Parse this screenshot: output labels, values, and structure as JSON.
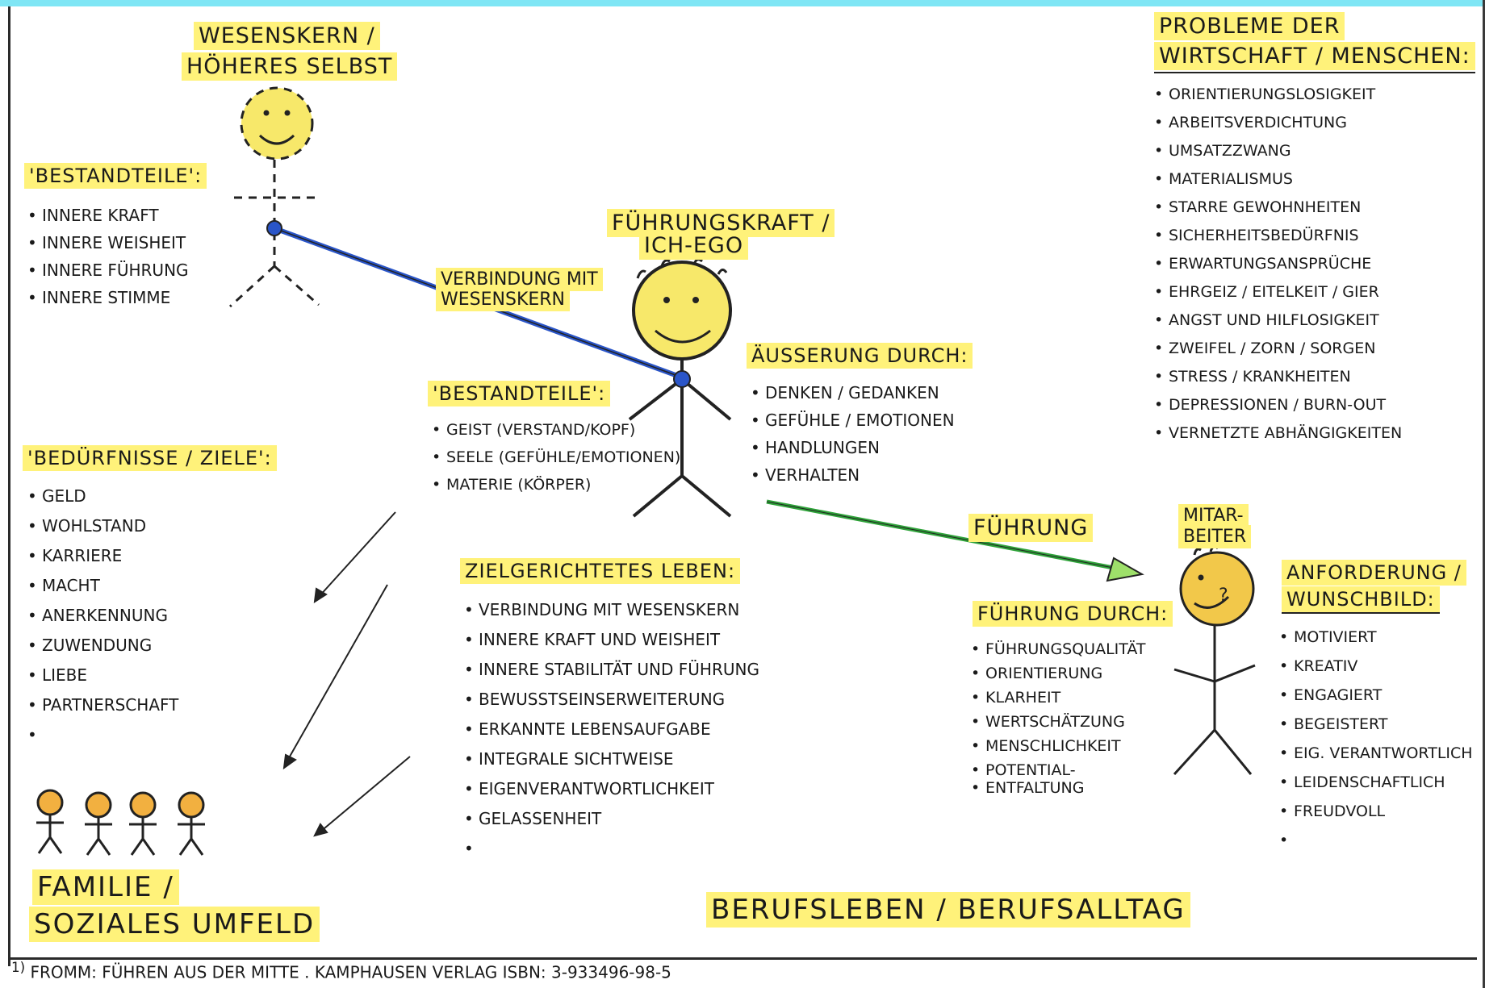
{
  "wesenskern": {
    "title_line1": "WESENSKERN /",
    "title_line2": "HÖHERES SELBST"
  },
  "bestandteile_left": {
    "title": "'BESTANDTEILE':",
    "items": [
      "INNERE KRAFT",
      "INNERE WEISHEIT",
      "INNERE FÜHRUNG",
      "INNERE STIMME"
    ]
  },
  "verbindung_label": {
    "line1": "VERBINDUNG MIT",
    "line2": "WESENSKERN"
  },
  "fuehrungskraft": {
    "title_line1": "FÜHRUNGSKRAFT /",
    "title_line2": "ICH-EGO"
  },
  "bestandteile_center": {
    "title": "'BESTANDTEILE':",
    "items": [
      "GEIST (VERSTAND/KOPF)",
      "SEELE (GEFÜHLE/EMOTIONEN)",
      "MATERIE (KÖRPER)"
    ]
  },
  "aeusserung": {
    "title": "ÄUSSERUNG DURCH:",
    "items": [
      "DENKEN / GEDANKEN",
      "GEFÜHLE / EMOTIONEN",
      "HANDLUNGEN",
      "VERHALTEN"
    ]
  },
  "probleme": {
    "title_line1": "PROBLEME DER",
    "title_line2": "WIRTSCHAFT / MENSCHEN:",
    "items": [
      "ORIENTIERUNGSLOSIGKEIT",
      "ARBEITSVERDICHTUNG",
      "UMSATZZWANG",
      "MATERIALISMUS",
      "STARRE GEWOHNHEITEN",
      "SICHERHEITSBEDÜRFNIS",
      "ERWARTUNGSANSPRÜCHE",
      "EHRGEIZ / EITELKEIT / GIER",
      "ANGST UND HILFLOSIGKEIT",
      "ZWEIFEL / ZORN / SORGEN",
      "STRESS / KRANKHEITEN",
      "DEPRESSIONEN / BURN-OUT",
      "VERNETZTE ABHÄNGIGKEITEN"
    ]
  },
  "beduerfnisse": {
    "title": "'BEDÜRFNISSE / ZIELE':",
    "items": [
      "GELD",
      "WOHLSTAND",
      "KARRIERE",
      "MACHT",
      "ANERKENNUNG",
      "ZUWENDUNG",
      "LIEBE",
      "PARTNERSCHAFT",
      ""
    ]
  },
  "zielgerichtet": {
    "title": "ZIELGERICHTETES LEBEN:",
    "items": [
      "VERBINDUNG MIT WESENSKERN",
      "INNERE KRAFT UND WEISHEIT",
      "INNERE STABILITÄT UND FÜHRUNG",
      "BEWUSSTSEINSERWEITERUNG",
      "ERKANNTE LEBENSAUFGABE",
      "INTEGRALE SICHTWEISE",
      "EIGENVERANTWORTLICHKEIT",
      "GELASSENHEIT",
      ""
    ]
  },
  "fuehrung_arrow_label": "FÜHRUNG",
  "mitarbeiter": {
    "line1": "MITAR-",
    "line2": "BEITER"
  },
  "fuehrung_durch": {
    "title": "FÜHRUNG DURCH:",
    "items": [
      "FÜHRUNGSQUALITÄT",
      "ORIENTIERUNG",
      "KLARHEIT",
      "WERTSCHÄTZUNG",
      "MENSCHLICHKEIT",
      "POTENTIAL-",
      "ENTFALTUNG"
    ]
  },
  "anforderung": {
    "title_line1": "ANFORDERUNG /",
    "title_line2": "WUNSCHBILD:",
    "items": [
      "MOTIVIERT",
      "KREATIV",
      "ENGAGIERT",
      "BEGEISTERT",
      "EIG. VERANTWORTLICH",
      "LEIDENSCHAFTLICH",
      "FREUDVOLL",
      ""
    ]
  },
  "familie": {
    "line1": "FAMILIE /",
    "line2": "SOZIALES UMFELD"
  },
  "berufsleben": "BERUFSLEBEN / BERUFSALLTAG",
  "footer": {
    "marker": "1)",
    "text": "FROMM:  FÜHREN AUS DER MITTE  .  KAMPHAUSEN VERLAG     ISBN: 3-933496-98-5"
  },
  "mitarbeiter_face_mark": "?",
  "colors": {
    "highlight": "#fff27a",
    "face": "#f7e86a",
    "link_blue": "#2a55c8",
    "fuehrung_green": "#2fa33a",
    "top_bar": "#7fe6f5"
  }
}
